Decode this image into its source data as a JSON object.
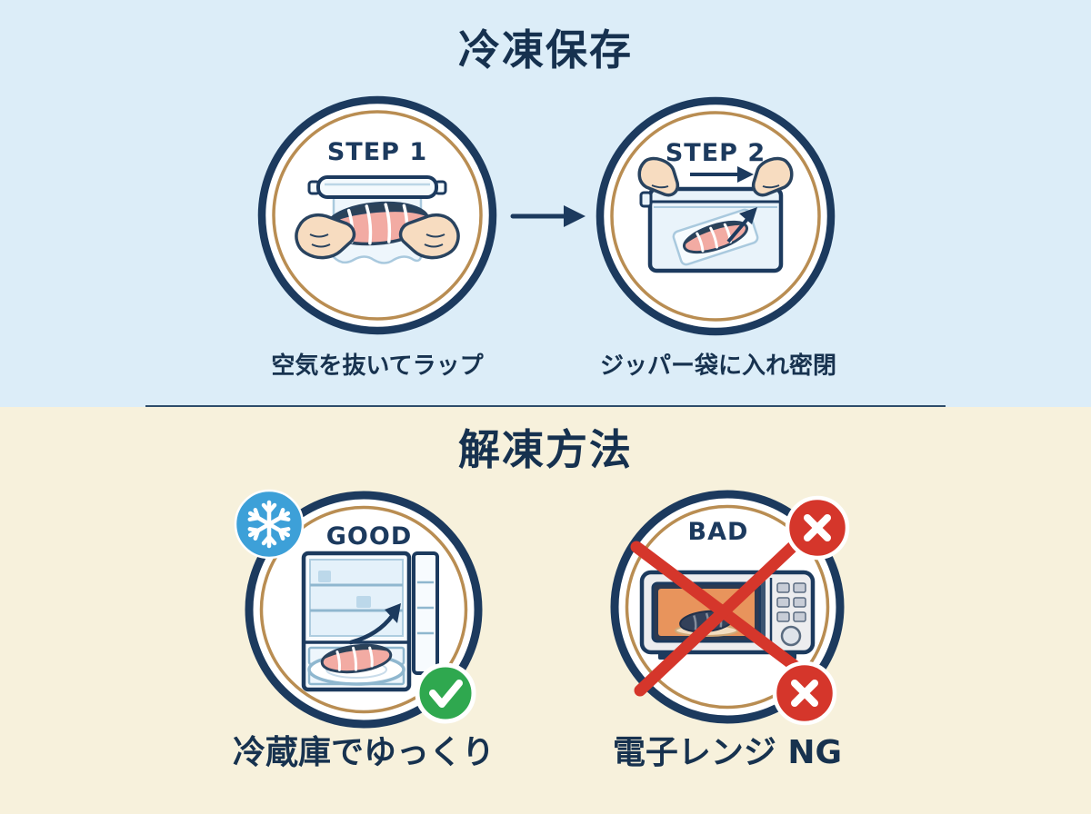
{
  "freeze_section": {
    "title": "冷凍保存",
    "steps": [
      {
        "label": "STEP 1",
        "caption": "空気を抜いてラップ"
      },
      {
        "label": "STEP 2",
        "caption": "ジッパー袋に入れ密閉"
      }
    ]
  },
  "thaw_section": {
    "title": "解凍方法",
    "methods": [
      {
        "label": "GOOD",
        "caption": "冷蔵庫でゆっくり",
        "badge_icons": [
          "snowflake-icon",
          "check-icon"
        ]
      },
      {
        "label": "BAD",
        "caption": "電子レンジ NG",
        "badge_icons": [
          "x-icon",
          "x-icon"
        ]
      }
    ]
  },
  "icons": {
    "step_arrow": "arrow-right-icon",
    "step1_illustration": "hands-wrapping-salmon",
    "step2_illustration": "salmon-in-zipper-bag",
    "good_illustration": "refrigerator-with-plate",
    "bad_illustration": "microwave-crossed-out"
  },
  "colors": {
    "navy": "#1c3a5e",
    "ring_gold": "#b98d52",
    "freeze_background": "#dcedf8",
    "thaw_background": "#f7f1dc",
    "snowflake_blue": "#3da0d8",
    "good_green": "#2fa84f",
    "bad_red": "#d5362b",
    "salmon_pink": "#f2aba3"
  }
}
